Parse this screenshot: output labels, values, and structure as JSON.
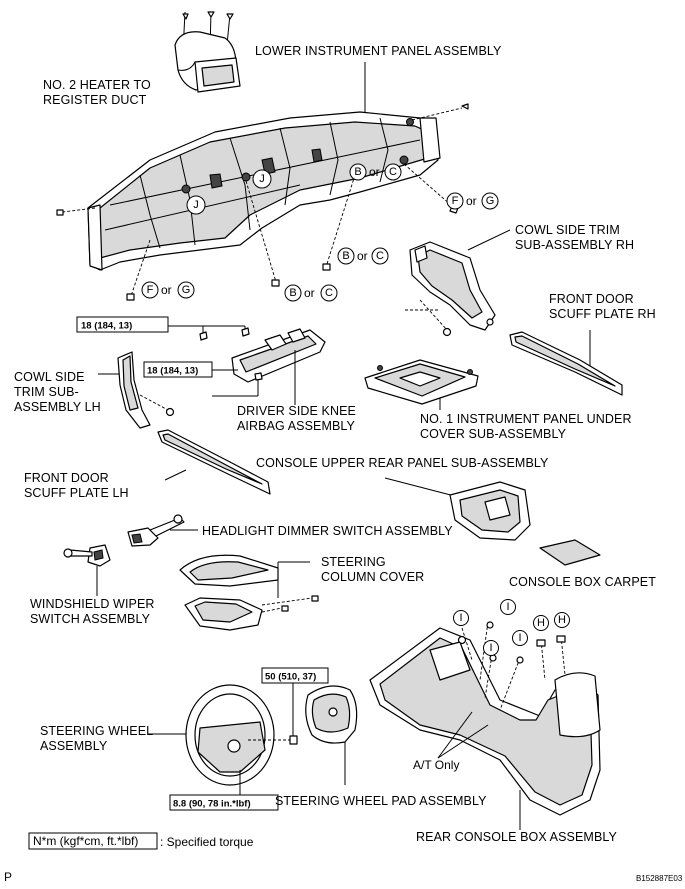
{
  "labels": {
    "lower_instrument_panel": "LOWER INSTRUMENT PANEL ASSEMBLY",
    "heater_duct_1": "NO. 2 HEATER TO",
    "heater_duct_2": "REGISTER DUCT",
    "cowl_rh_1": "COWL SIDE TRIM",
    "cowl_rh_2": "SUB-ASSEMBLY RH",
    "scuff_rh_1": "FRONT DOOR",
    "scuff_rh_2": "SCUFF PLATE RH",
    "cowl_lh_1": "COWL SIDE",
    "cowl_lh_2": "TRIM SUB-",
    "cowl_lh_3": "ASSEMBLY LH",
    "knee_airbag_1": "DRIVER SIDE KNEE",
    "knee_airbag_2": "AIRBAG ASSEMBLY",
    "under_cover_1": "NO. 1 INSTRUMENT PANEL UNDER",
    "under_cover_2": "COVER SUB-ASSEMBLY",
    "scuff_lh_1": "FRONT DOOR",
    "scuff_lh_2": "SCUFF PLATE LH",
    "console_upper_rear": "CONSOLE UPPER REAR PANEL SUB-ASSEMBLY",
    "headlight_switch": "HEADLIGHT DIMMER SWITCH ASSEMBLY",
    "column_cover_1": "STEERING",
    "column_cover_2": "COLUMN COVER",
    "console_carpet": "CONSOLE BOX CARPET",
    "wiper_switch_1": "WINDSHIELD WIPER",
    "wiper_switch_2": "SWITCH ASSEMBLY",
    "steering_wheel_1": "STEERING WHEEL",
    "steering_wheel_2": "ASSEMBLY",
    "at_only": "A/T Only",
    "wheel_pad": "STEERING WHEEL PAD ASSEMBLY",
    "rear_console": "REAR CONSOLE BOX ASSEMBLY"
  },
  "torques": {
    "knee_upper": "18 (184, 13)",
    "knee_lower": "18 (184, 13)",
    "wheel_nut": "50 (510, 37)",
    "wheel_screw": "8.8 (90, 78 in.*lbf)"
  },
  "legend": {
    "unit": "N*m (kgf*cm, ft.*lbf)",
    "text": ": Specified torque"
  },
  "callouts": {
    "J": "J",
    "B": "B",
    "C": "C",
    "F": "F",
    "G": "G",
    "H": "H",
    "I": "I",
    "or": "or"
  },
  "footer": {
    "page_mark": "P",
    "code": "B152887E03"
  }
}
